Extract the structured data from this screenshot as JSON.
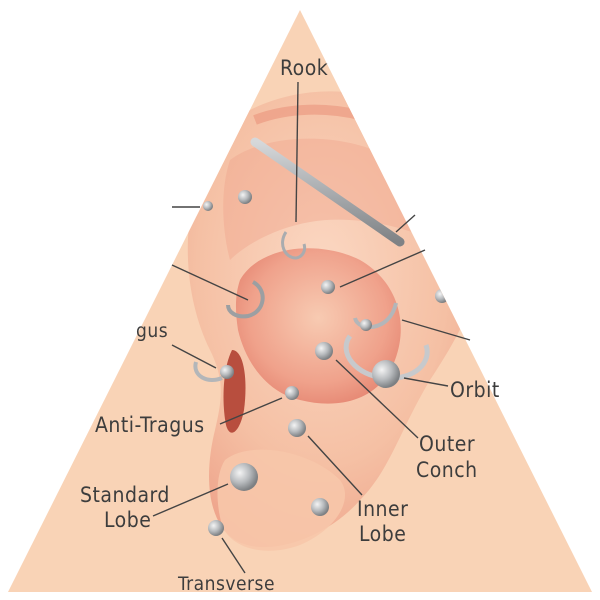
{
  "diagram": {
    "labels": {
      "rook": "Rook",
      "tragus": "gus",
      "anti_tragus": "Anti-Tragus",
      "standard_lobe_line1": "Standard",
      "standard_lobe_line2": "Lobe",
      "inner_lobe_line1": "Inner",
      "inner_lobe_line2": "Lobe",
      "outer_conch_line1": "Outer",
      "outer_conch_line2": "Conch",
      "orbital": "Orbit",
      "transverse": "Transverse"
    },
    "colors": {
      "background": "#ffffff",
      "triangle": "#f9d3b6",
      "skin": "#f6c3a6",
      "skin_shadow": "#e88e78",
      "jewelry": "#b9bcbf",
      "label_text": "#3d3d3d"
    }
  }
}
